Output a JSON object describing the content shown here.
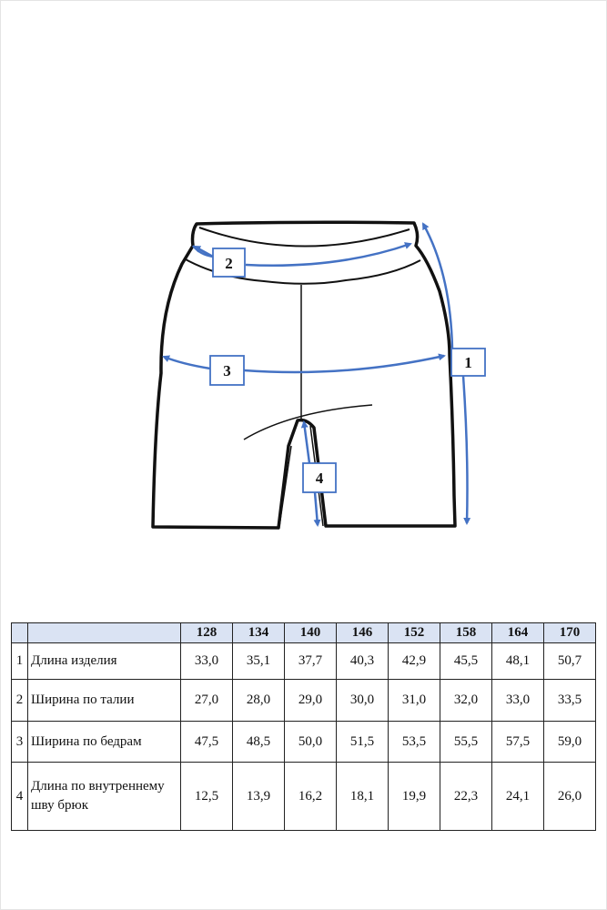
{
  "diagram": {
    "markers": [
      "1",
      "2",
      "3",
      "4"
    ],
    "accent_color": "#4472c4"
  },
  "table": {
    "sizes": [
      "128",
      "134",
      "140",
      "146",
      "152",
      "158",
      "164",
      "170"
    ],
    "rows": [
      {
        "num": "1",
        "name": "Длина изделия",
        "values": [
          "33,0",
          "35,1",
          "37,7",
          "40,3",
          "42,9",
          "45,5",
          "48,1",
          "50,7"
        ]
      },
      {
        "num": "2",
        "name": "Ширина по талии",
        "values": [
          "27,0",
          "28,0",
          "29,0",
          "30,0",
          "31,0",
          "32,0",
          "33,0",
          "33,5"
        ]
      },
      {
        "num": "3",
        "name": "Ширина по бедрам",
        "values": [
          "47,5",
          "48,5",
          "50,0",
          "51,5",
          "53,5",
          "55,5",
          "57,5",
          "59,0"
        ]
      },
      {
        "num": "4",
        "name": "Длина по внутреннему шву брюк",
        "values": [
          "12,5",
          "13,9",
          "16,2",
          "18,1",
          "19,9",
          "22,3",
          "24,1",
          "26,0"
        ]
      }
    ]
  }
}
